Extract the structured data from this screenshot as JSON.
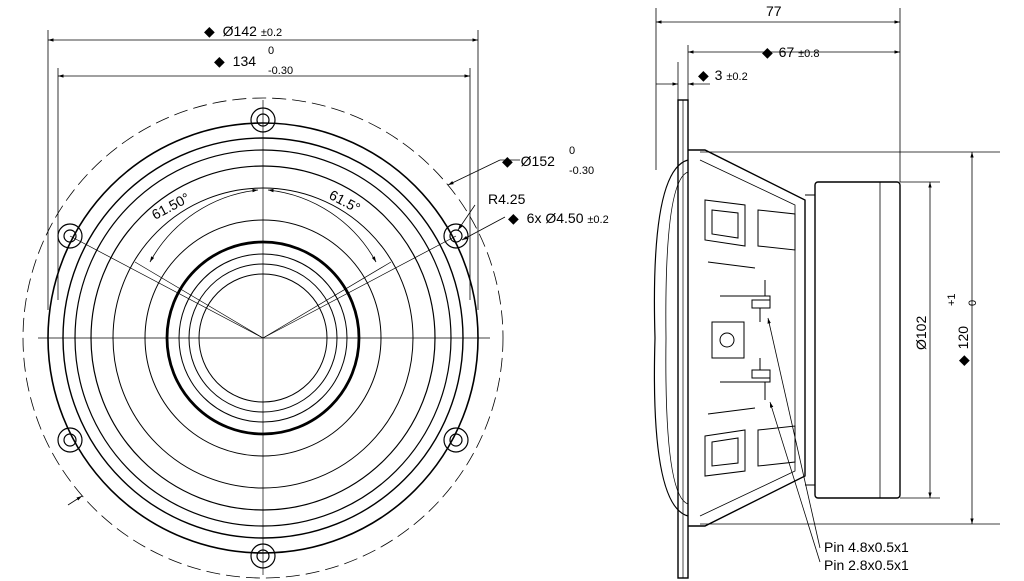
{
  "front_view": {
    "dim_outer_diameter": {
      "symbol": "◆",
      "value": "Ø142",
      "tol": "±0.2"
    },
    "dim_inner_width": {
      "symbol": "◆",
      "value": "134",
      "tol_upper": "0",
      "tol_lower": "-0.30"
    },
    "dim_flange_diameter": {
      "symbol": "◆",
      "value": "Ø152",
      "tol_upper": "0",
      "tol_lower": "-0.30"
    },
    "dim_radius": {
      "value": "R4.25"
    },
    "dim_holes": {
      "symbol": "◆",
      "value": "6x Ø4.50",
      "tol": "±0.2"
    },
    "angle_left": "61.50°",
    "angle_right": "61.5°"
  },
  "side_view": {
    "dim_total_depth": {
      "value": "77"
    },
    "dim_body_depth": {
      "symbol": "◆",
      "value": "67",
      "tol": "±0.8"
    },
    "dim_flange_thickness": {
      "symbol": "◆",
      "value": "3",
      "tol": "±0.2"
    },
    "dim_magnet_diameter": {
      "value": "Ø102"
    },
    "dim_height": {
      "symbol": "◆",
      "value": "120",
      "tol_upper": "+1",
      "tol_lower": "0"
    },
    "pins": [
      "Pin 4.8x0.5x1",
      "Pin 2.8x0.5x1"
    ]
  }
}
